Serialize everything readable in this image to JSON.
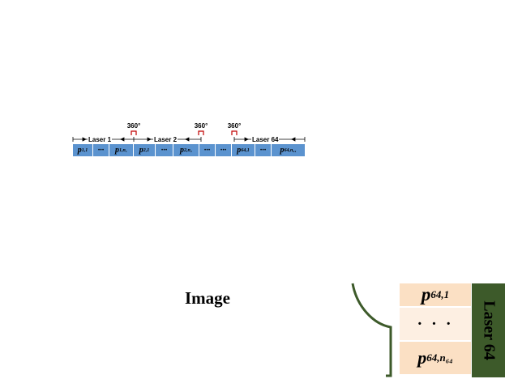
{
  "strip": {
    "degree_labels": [
      "360°",
      "360°",
      "360°"
    ],
    "laser_labels": [
      "Laser 1",
      "Laser 2",
      "Laser 64"
    ],
    "cells": [
      {
        "base": "p",
        "sub": "1,1"
      },
      {
        "base": "···",
        "sub": ""
      },
      {
        "base": "p",
        "sub": "1,n₁"
      },
      {
        "base": "p",
        "sub": "2,1"
      },
      {
        "base": "···",
        "sub": ""
      },
      {
        "base": "p",
        "sub": "2,n₂"
      },
      {
        "base": "···",
        "sub": ""
      },
      {
        "base": "···",
        "sub": ""
      },
      {
        "base": "p",
        "sub": "64,1"
      },
      {
        "base": "···",
        "sub": ""
      },
      {
        "base": "p",
        "sub": "64,n₆₄"
      }
    ],
    "colors": {
      "cell_fill": "#5b93cf",
      "bracket": "#c00000"
    }
  },
  "image_label": "Image",
  "laser_block": {
    "rows": [
      {
        "base": "p",
        "sub": "64,1"
      },
      {
        "base": "· · ·",
        "sub": ""
      },
      {
        "base": "p",
        "sub": "64,n₆₄"
      }
    ],
    "bar_label": "Laser 64",
    "colors": {
      "bar": "#3d5a2a",
      "cell_a": "#fbe0c4",
      "cell_b": "#fdefe2",
      "brace": "#3d5a2a"
    }
  }
}
